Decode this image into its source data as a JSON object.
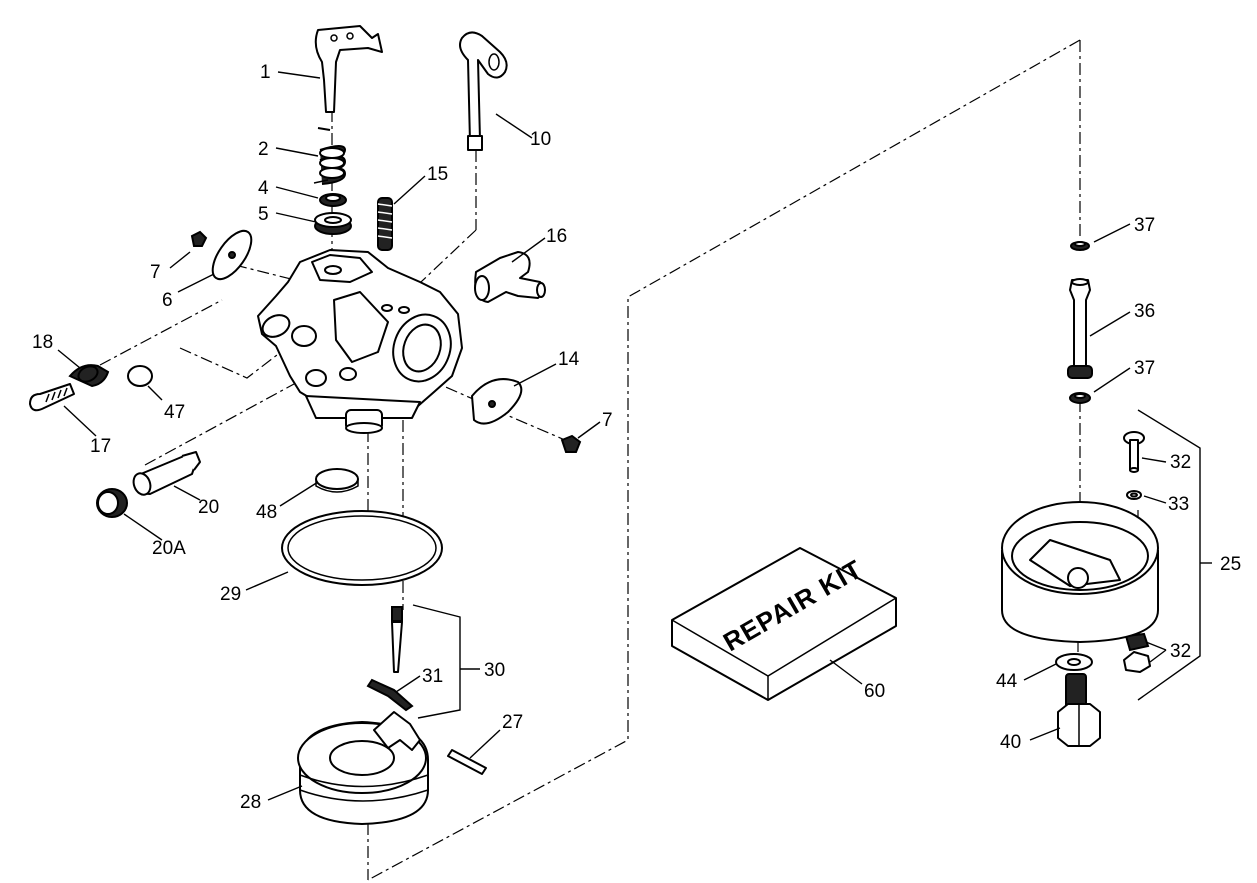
{
  "labels": {
    "l1": "1",
    "l2": "2",
    "l4": "4",
    "l5": "5",
    "l6": "6",
    "l7a": "7",
    "l7b": "7",
    "l10": "10",
    "l14": "14",
    "l15": "15",
    "l16": "16",
    "l17": "17",
    "l18": "18",
    "l20": "20",
    "l20a": "20A",
    "l25": "25",
    "l27": "27",
    "l28": "28",
    "l29": "29",
    "l30": "30",
    "l31": "31",
    "l32a": "32",
    "l32b": "32",
    "l33": "33",
    "l36": "36",
    "l37a": "37",
    "l37b": "37",
    "l40": "40",
    "l44": "44",
    "l47": "47",
    "l48": "48",
    "l60": "60"
  },
  "repair_kit": {
    "text": "REPAIR KIT"
  }
}
